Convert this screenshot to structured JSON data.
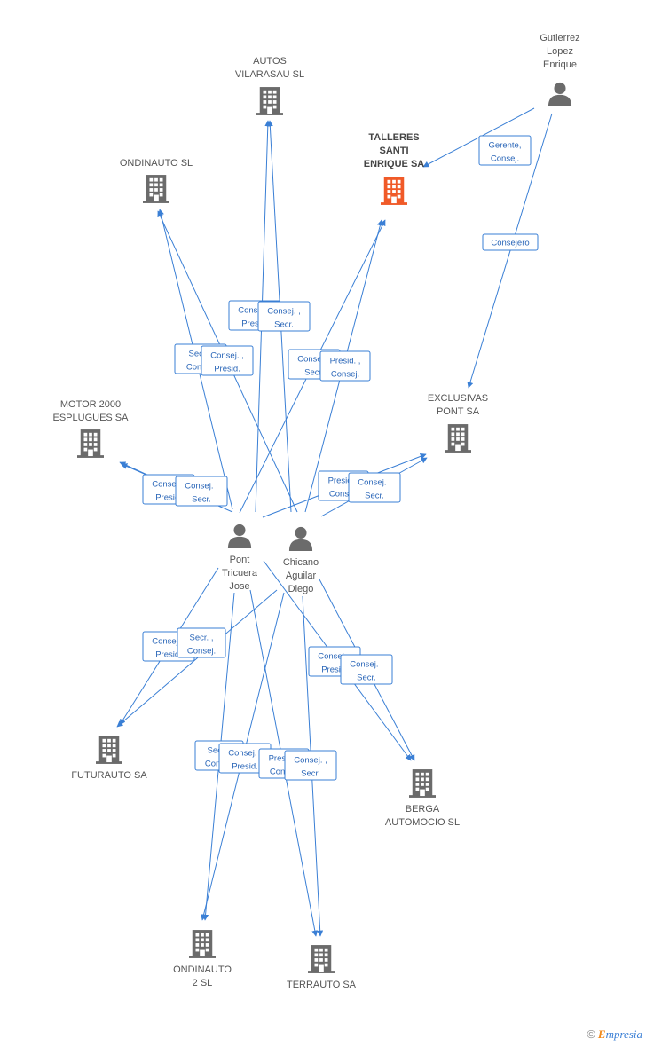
{
  "colors": {
    "edge": "#3a7fd5",
    "company": "#6b6b6b",
    "company_main": "#f05a28",
    "person": "#6b6b6b"
  },
  "nodes": [
    {
      "id": "autos",
      "kind": "company",
      "icon": "building-icon",
      "label": [
        "AUTOS",
        "VILARASAU SL"
      ]
    },
    {
      "id": "ondinauto",
      "kind": "company",
      "icon": "building-icon",
      "label": [
        "ONDINAUTO SL"
      ]
    },
    {
      "id": "talleres",
      "kind": "company_main",
      "icon": "building-icon",
      "label": [
        "TALLERES",
        "SANTI",
        "ENRIQUE SA"
      ]
    },
    {
      "id": "gutierrez",
      "kind": "person",
      "icon": "person-icon",
      "label": [
        "Gutierrez",
        "Lopez",
        "Enrique"
      ]
    },
    {
      "id": "motor",
      "kind": "company",
      "icon": "building-icon",
      "label": [
        "MOTOR 2000",
        "ESPLUGUES SA"
      ]
    },
    {
      "id": "exclusivas",
      "kind": "company",
      "icon": "building-icon",
      "label": [
        "EXCLUSIVAS",
        "PONT SA"
      ]
    },
    {
      "id": "pont",
      "kind": "person",
      "icon": "person-icon",
      "label": [
        "Pont",
        "Tricuera",
        "Jose"
      ]
    },
    {
      "id": "chicano",
      "kind": "person",
      "icon": "person-icon",
      "label": [
        "Chicano",
        "Aguilar",
        "Diego"
      ]
    },
    {
      "id": "futurauto",
      "kind": "company",
      "icon": "building-icon",
      "label": [
        "FUTURAUTO SA"
      ]
    },
    {
      "id": "berga",
      "kind": "company",
      "icon": "building-icon",
      "label": [
        "BERGA",
        "AUTOMOCIO SL"
      ]
    },
    {
      "id": "ondinauto2",
      "kind": "company",
      "icon": "building-icon",
      "label": [
        "ONDINAUTO",
        "2 SL"
      ]
    },
    {
      "id": "terrauto",
      "kind": "company",
      "icon": "building-icon",
      "label": [
        "TERRAUTO SA"
      ]
    }
  ],
  "role_labels": [
    {
      "lines": [
        "Gerente,",
        "Consej."
      ]
    },
    {
      "lines": [
        "Consejero"
      ]
    },
    {
      "lines": [
        "Consej. ,",
        "Presid."
      ]
    },
    {
      "lines": [
        "Consej. ,",
        "Secr."
      ]
    },
    {
      "lines": [
        "Secr. ,",
        "Consej."
      ]
    },
    {
      "lines": [
        "Consej. ,",
        "Presid."
      ]
    },
    {
      "lines": [
        "Consej. ,",
        "Secr."
      ]
    },
    {
      "lines": [
        "Presid. ,",
        "Consej."
      ]
    },
    {
      "lines": [
        "Consej. ,",
        "Presid."
      ]
    },
    {
      "lines": [
        "Consej. ,",
        "Secr."
      ]
    },
    {
      "lines": [
        "Presid. ,",
        "Consej."
      ]
    },
    {
      "lines": [
        "Consej. ,",
        "Secr."
      ]
    },
    {
      "lines": [
        "Consej. ,",
        "Presid."
      ]
    },
    {
      "lines": [
        "Secr. ,",
        "Consej."
      ]
    },
    {
      "lines": [
        "Consej. ,",
        "Presid."
      ]
    },
    {
      "lines": [
        "Consej. ,",
        "Secr."
      ]
    },
    {
      "lines": [
        "Secr. ,",
        "Consej."
      ]
    },
    {
      "lines": [
        "Consej. ,",
        "Presid."
      ]
    },
    {
      "lines": [
        "Presid. ,",
        "Consej."
      ]
    },
    {
      "lines": [
        "Consej. ,",
        "Secr."
      ]
    }
  ],
  "credit": {
    "symbol": "©",
    "brand_initial": "E",
    "brand_rest": "mpresia"
  }
}
